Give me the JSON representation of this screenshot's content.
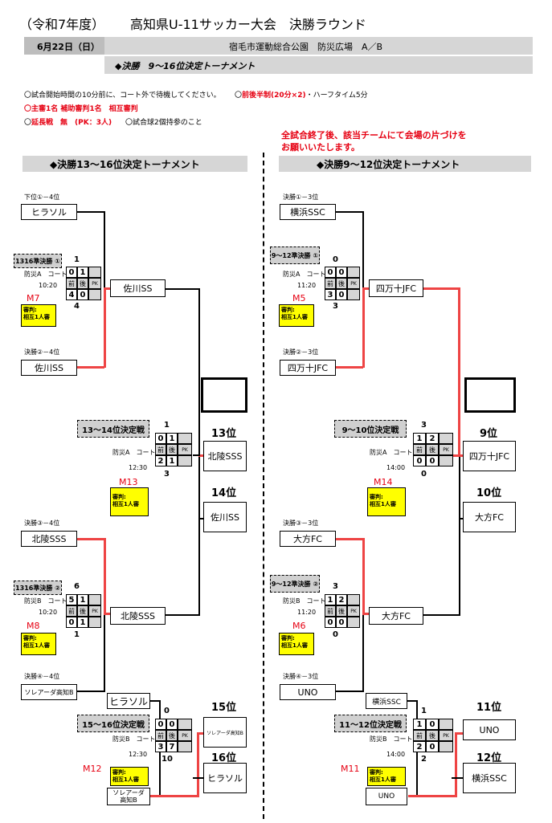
{
  "header": {
    "title_prefix": "（令和7年度）",
    "title": "高知県U-11サッカー大会　決勝ラウンド",
    "date": "6月22日（日）",
    "venue": "宿毛市運動総合公園　防災広場　A／B",
    "subtitle": "◆決勝　9～16位決定トーナメント"
  },
  "notes": {
    "n1": "〇試合開始時間の10分前に、コート外で待機してください。",
    "n2_a": "〇",
    "n2_b": "前後半制(20分×2)",
    "n2_c": "・ハーフタイム5分",
    "n3": "〇主審1名 補助審判1名　相互審判",
    "n4_a": "〇",
    "n4_b": "延長戦　無　(PK：3人)",
    "n5": "〇試合球2個持参のこと",
    "cleanup1": "全試合終了後、該当チームにて会場の片づけを",
    "cleanup2": "お願いいたします。"
  },
  "left": {
    "heading": "◆決勝13～16位決定トーナメント",
    "seeds": [
      "下位①－4位",
      "決勝②－4位",
      "決勝③－4位",
      "決勝④－4位"
    ],
    "teams": [
      "ヒラソル",
      "佐川SS",
      "北陵SSS",
      "ソレアーダ高知B"
    ],
    "m7": {
      "label": "1316準決勝 ①",
      "court": "防災A　コート",
      "time": "10:20",
      "num": "M7",
      "top": "1",
      "bottom": "4",
      "h1": "0",
      "h2": "1",
      "h3": "4",
      "h4": "0",
      "w1": "佐川SS"
    },
    "m8": {
      "label": "1316準決勝 ②",
      "court": "防災B　コート",
      "time": "10:20",
      "num": "M8",
      "top": "6",
      "bottom": "1",
      "h1": "5",
      "h2": "1",
      "h3": "0",
      "h4": "1",
      "w1": "北陵SSS"
    },
    "m13": {
      "label": "13～14位決定戦",
      "court": "防災A　コート",
      "time": "12:30",
      "num": "M13",
      "top": "1",
      "bottom": "3",
      "h1": "0",
      "h2": "1",
      "h3": "2",
      "h4": "1"
    },
    "m12": {
      "label": "15～16位決定戦",
      "court": "防災B　コート",
      "time": "12:30",
      "num": "M12",
      "top": "0",
      "bottom": "10",
      "h1": "0",
      "h2": "0",
      "h3": "3",
      "h4": "7",
      "t1": "ヒラソル",
      "t2a": "ソレアーダ",
      "t2b": "高知B"
    },
    "ranks": {
      "r13": "13位",
      "t13": "北陵SSS",
      "r14": "14位",
      "t14": "佐川SS",
      "r15": "15位",
      "t15": "ソレアーダ高知B",
      "r16": "16位",
      "t16": "ヒラソル"
    }
  },
  "right": {
    "heading": "◆決勝9～12位決定トーナメント",
    "seeds": [
      "決勝①－3位",
      "決勝②－3位",
      "決勝③－3位",
      "決勝④－3位"
    ],
    "teams": [
      "横浜SSC",
      "四万十JFC",
      "大方FC",
      "UNO"
    ],
    "m5": {
      "label": "9～12準決勝 ①",
      "court": "防災A　コート",
      "time": "11:20",
      "num": "M5",
      "top": "0",
      "bottom": "3",
      "h1": "0",
      "h2": "0",
      "h3": "3",
      "h4": "0",
      "w1": "四万十JFC"
    },
    "m6": {
      "label": "9～12準決勝 ②",
      "court": "防災B　コート",
      "time": "11:20",
      "num": "M6",
      "top": "3",
      "bottom": "0",
      "h1": "1",
      "h2": "2",
      "h3": "0",
      "h4": "0",
      "w1": "大方FC"
    },
    "m14": {
      "label": "9～10位決定戦",
      "court": "防災A　コート",
      "time": "14:00",
      "num": "M14",
      "top": "3",
      "bottom": "0",
      "h1": "1",
      "h2": "2",
      "h3": "0",
      "h4": "0"
    },
    "m11": {
      "label": "11～12位決定戦",
      "court": "防災B　コート",
      "time": "14:00",
      "num": "M11",
      "top": "1",
      "bottom": "2",
      "h1": "1",
      "h2": "0",
      "h3": "2",
      "h4": "0",
      "t1": "横浜SSC",
      "t2": "UNO"
    },
    "ranks": {
      "r9": "9位",
      "t9": "四万十JFC",
      "r10": "10位",
      "t10": "大方FC",
      "r11": "11位",
      "t11": "UNO",
      "r12": "12位",
      "t12": "横浜SSC"
    }
  },
  "labels": {
    "mae": "前",
    "ato": "後",
    "pk": "PK",
    "ref": "審判:",
    "ref2": "相互1人審"
  }
}
